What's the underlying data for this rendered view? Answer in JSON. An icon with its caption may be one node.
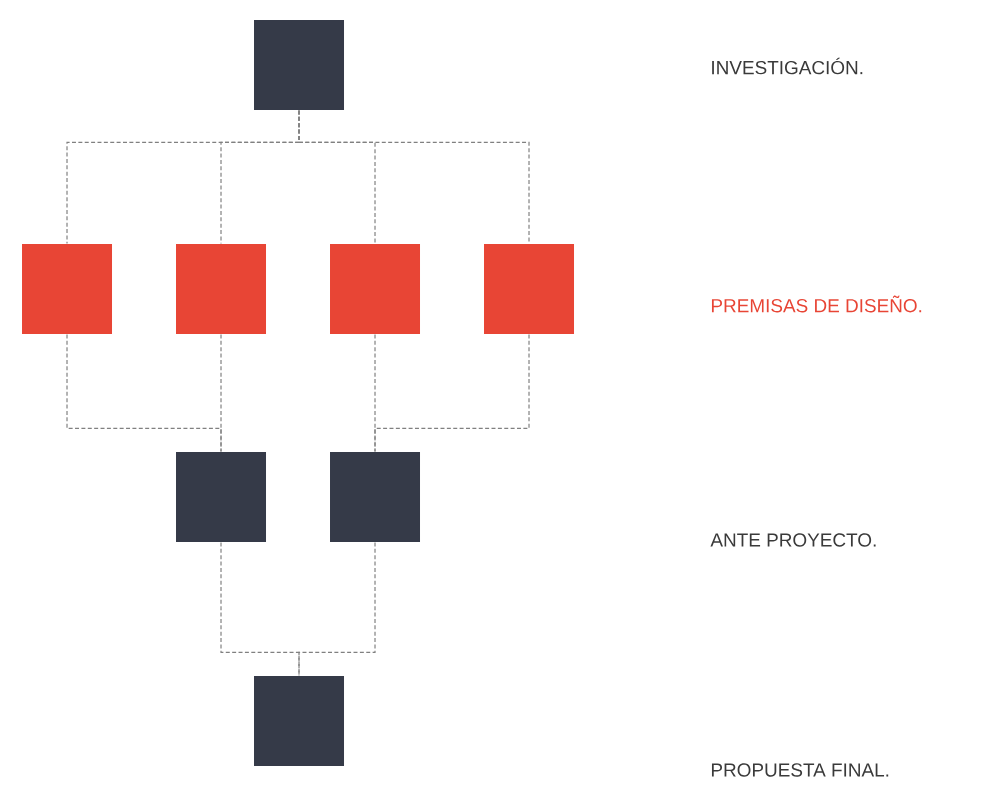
{
  "diagram": {
    "nodes": [
      {
        "text": [],
        "shape": "box"
      },
      {
        "text": [],
        "shape": "box"
      },
      {
        "text": [],
        "shape": "box"
      },
      {
        "text": [],
        "shape": "box"
      },
      {
        "text": [],
        "shape": "box"
      },
      {
        "text": [],
        "shape": "box"
      },
      {
        "text": [],
        "shape": "box"
      },
      {
        "text": [],
        "shape": "box"
      }
    ],
    "edges": [
      {
        "from": 0,
        "to": 1,
        "arrow": "none",
        "style": "dashed"
      },
      {
        "from": 0,
        "to": 2,
        "arrow": "none",
        "style": "dashed"
      },
      {
        "from": 0,
        "to": 3,
        "arrow": "none",
        "style": "dashed"
      },
      {
        "from": 0,
        "to": 4,
        "arrow": "none",
        "style": "dashed"
      },
      {
        "from": 1,
        "to": 5,
        "arrow": "none",
        "style": "dashed"
      },
      {
        "from": 2,
        "to": 5,
        "arrow": "none",
        "style": "dashed"
      },
      {
        "from": 3,
        "to": 6,
        "arrow": "none",
        "style": "dashed"
      },
      {
        "from": 4,
        "to": 6,
        "arrow": "none",
        "style": "dashed"
      },
      {
        "from": 5,
        "to": 7,
        "arrow": "none",
        "style": "dashed"
      },
      {
        "from": 6,
        "to": 7,
        "arrow": "none",
        "style": "dashed"
      }
    ],
    "labels": [
      "INVESTIGACIÓN.",
      "PREMISAS DE DISEÑO.",
      "ANTE PROYECTO.",
      "PROPUESTA FINAL."
    ]
  }
}
